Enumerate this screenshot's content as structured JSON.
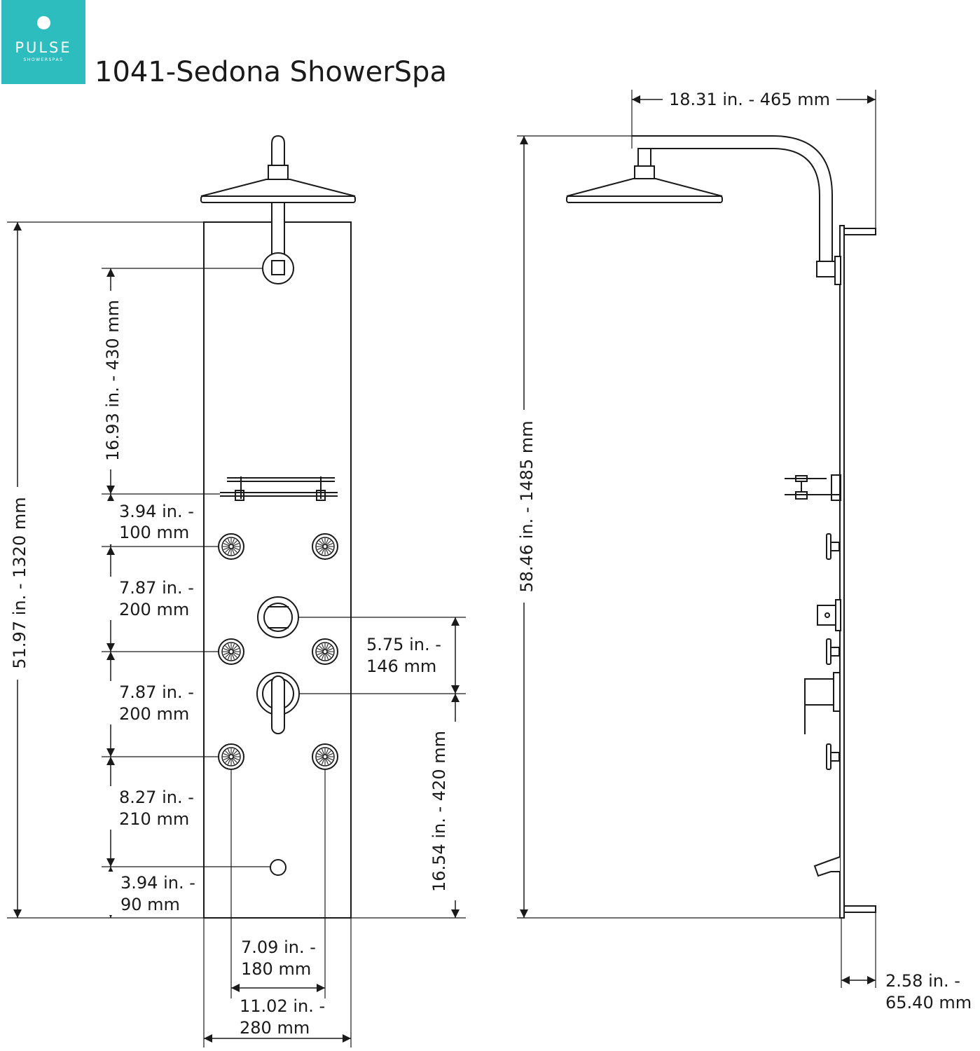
{
  "logo": {
    "brand": "PULSE",
    "tagline": "SHOWERSPAS"
  },
  "title": "1041-Sedona ShowerSpa",
  "dimensions": {
    "front_height": "51.97 in. - 1320 mm",
    "head_to_shelf": "16.93 in. - 430 mm",
    "shelf_to_jet1": [
      "3.94 in. -",
      "100 mm"
    ],
    "jet1_to_jet2": [
      "7.87 in. -",
      "200 mm"
    ],
    "jet2_to_jet3": [
      "7.87 in. -",
      "200 mm"
    ],
    "jet3_to_spout": [
      "8.27 in. -",
      "210 mm"
    ],
    "spout_to_bottom": [
      "3.94 in. -",
      "90 mm"
    ],
    "diverter_to_mixer": [
      "5.75 in. -",
      "146 mm"
    ],
    "mixer_to_bottom": "16.54 in. - 420 mm",
    "jet_spacing": [
      "7.09 in. -",
      "180 mm"
    ],
    "panel_width": [
      "11.02 in. -",
      "280 mm"
    ],
    "arm_reach": "18.31 in. - 465 mm",
    "total_height": "58.46 in. - 1485 mm",
    "panel_depth": [
      "2.58 in. -",
      "65.40 mm"
    ]
  }
}
